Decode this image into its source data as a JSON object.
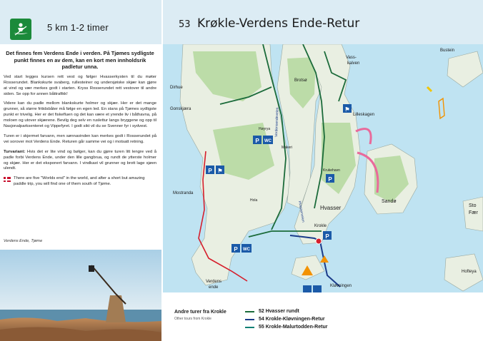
{
  "header": {
    "meta": "5 km   1-2 timer",
    "route_number": "53",
    "route_title": "Krøkle-Verdens Ende-Retur"
  },
  "text": {
    "intro": "Det finnes fem Verdens Ende i verden. På Tjømes sydligste punkt finnes en av dem, kan en kort men innholdsrik padletur unna.",
    "p1": "Ved start legges kursen rett vest og følger Hvasserkysten til du møter Rosserundet. Blankskurte svaberg, rullesteiner og undersjøiske skjær kan gjøre at vind og vær merkes godt i starten. Kryss Rosserundet rett vestover til andre siden. Se opp for annen båttrafikk!",
    "p2": "Videre kan du padle mellom blankskurte holmer og skjær. Her er det mange grunner, så større fritidsbåter må følge en egen led. En stans på Tjømes sydligste punkt er trivelig. Her er det fiskefluen og det kan være et yrende liv i båthavna, på moloen og utover skjærene. Bevilg deg selv en ruslettur langs bryggene og opp til Nasjonalparksenteret og Vippefyret. I godt sikt vil du se Svenner fyr i sydvest.",
    "p3": "Turen er i skjermet farvann, men sønnavinden kan merkes godt i Rosserundet på vei sorover mot Verdens Ende. Returen går samme vei og i motsatt retning.",
    "tip_label": "Turvariant:",
    "tip": "Hvis det er lite vind og bølger, kan du gjøre turen litt lengre ved å padle forbi Verdens Ende, under den lille gangbrua, og rundt de ytterste holmer og skjær. Her er det eksponert farvann. I vindkast vil grunner og brott lage sjøen ulendt.",
    "english": "There are five \"Worlds end\" in the world, and after a short but amazing paddle trip, you will find one of them south of Tjøme.",
    "caption": "Verdens Ende, Tjøme"
  },
  "map": {
    "places": {
      "dirhue": "Dirhue",
      "gonskjaera": "Gonskjæra",
      "mostranda": "Mostranda",
      "brotso": "Brotsø",
      "vasskalven": "Vass-\nkalven",
      "lilleskagen": "Lilleskagen",
      "bustein": "Bustein",
      "sando": "Sandø",
      "kruke_havn": "Krukehavn",
      "hola": "Hola",
      "hoyrya": "Høyrya",
      "makeri": "Makeri",
      "hvasser": "Hvasser",
      "krokle": "Krokle",
      "klovningen": "Kløvningen",
      "verdens_ende": "Verdens\nende",
      "hofteya": "Hofteya",
      "sto": "Sto",
      "faer": "Fær",
      "road_vert": "Verdensendeveien",
      "road_diag": "Hvasserveien"
    }
  },
  "legend": {
    "title": "Andre turer fra Krokle",
    "subtitle": "Other tours from Krokle",
    "items": [
      {
        "label": "52   Hvasser rundt"
      },
      {
        "label": "54   Krokle-Kløvningen-Retur"
      },
      {
        "label": "55   Krokle-Malurtodden-Retur"
      }
    ]
  },
  "colors": {
    "sea": "#bfe3f2",
    "land": "#e9efe2",
    "forest": "#bcdca8",
    "route_main": "#1b6b3a",
    "route_red": "#d61e2b",
    "route_navy": "#1b3c8a",
    "route_pink": "#e96a9b",
    "accent": "#1b8a3a"
  }
}
